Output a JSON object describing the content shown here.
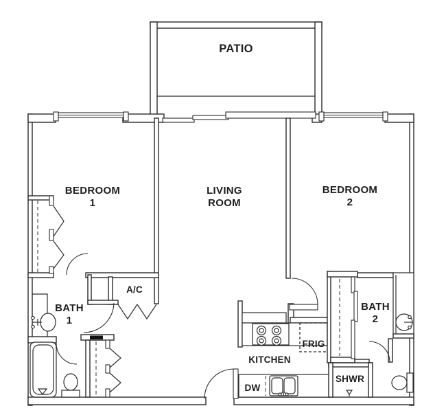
{
  "rooms": {
    "patio": {
      "label": "PATIO"
    },
    "bedroom1": {
      "line1": "BEDROOM",
      "line2": "1"
    },
    "living": {
      "line1": "LIVING",
      "line2": "ROOM"
    },
    "bedroom2": {
      "line1": "BEDROOM",
      "line2": "2"
    },
    "bath1": {
      "line1": "BATH",
      "line2": "1"
    },
    "bath2": {
      "line1": "BATH",
      "line2": "2"
    },
    "kitchen": {
      "label": "KITCHEN"
    },
    "shower": {
      "label": "SHWR"
    }
  },
  "fixtures": {
    "ac_closet": {
      "label": "A/C"
    },
    "refrigerator": {
      "label": "FRIG"
    },
    "dishwasher": {
      "label": "DW"
    }
  },
  "colors": {
    "line": "#2b2b2b",
    "background": "#ffffff",
    "black_bar": "#111111"
  }
}
